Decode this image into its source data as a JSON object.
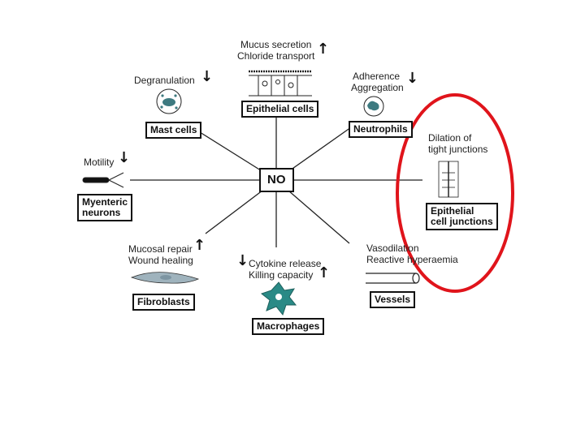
{
  "center": {
    "label": "NO"
  },
  "nodes": {
    "epithelial_cells": {
      "label": "Epithelial cells",
      "effects": [
        "Mucus secretion",
        "Chloride transport"
      ],
      "direction": "up"
    },
    "mast_cells": {
      "label": "Mast cells",
      "effects": [
        "Degranulation"
      ],
      "direction": "down"
    },
    "neutrophils": {
      "label": "Neutrophils",
      "effects": [
        "Adherence",
        "Aggregation"
      ],
      "direction": "down"
    },
    "myenteric_neurons": {
      "label_line1": "Myenteric",
      "label_line2": "neurons",
      "effects": [
        "Motility"
      ],
      "direction": "down"
    },
    "epithelial_junctions": {
      "label_line1": "Epithelial",
      "label_line2": "cell junctions",
      "effects": [
        "Dilation of",
        "tight junctions"
      ]
    },
    "fibroblasts": {
      "label": "Fibroblasts",
      "effects": [
        "Mucosal repair",
        "Wound healing"
      ],
      "direction": "up"
    },
    "macrophages": {
      "label": "Macrophages",
      "effects": [
        "Cytokine release",
        "Killing capacity"
      ],
      "directions": [
        "down",
        "up"
      ]
    },
    "vessels": {
      "label": "Vessels",
      "effects": [
        "Vasodilation",
        "Reactive hyperaemia"
      ]
    }
  },
  "glyphs": {
    "up": "↑",
    "down": "↓"
  },
  "colors": {
    "highlight": "#e0141b",
    "macrophage": "#2a8a86",
    "cell": "#3d7a80",
    "fibroblast": "#9fb3bd"
  }
}
